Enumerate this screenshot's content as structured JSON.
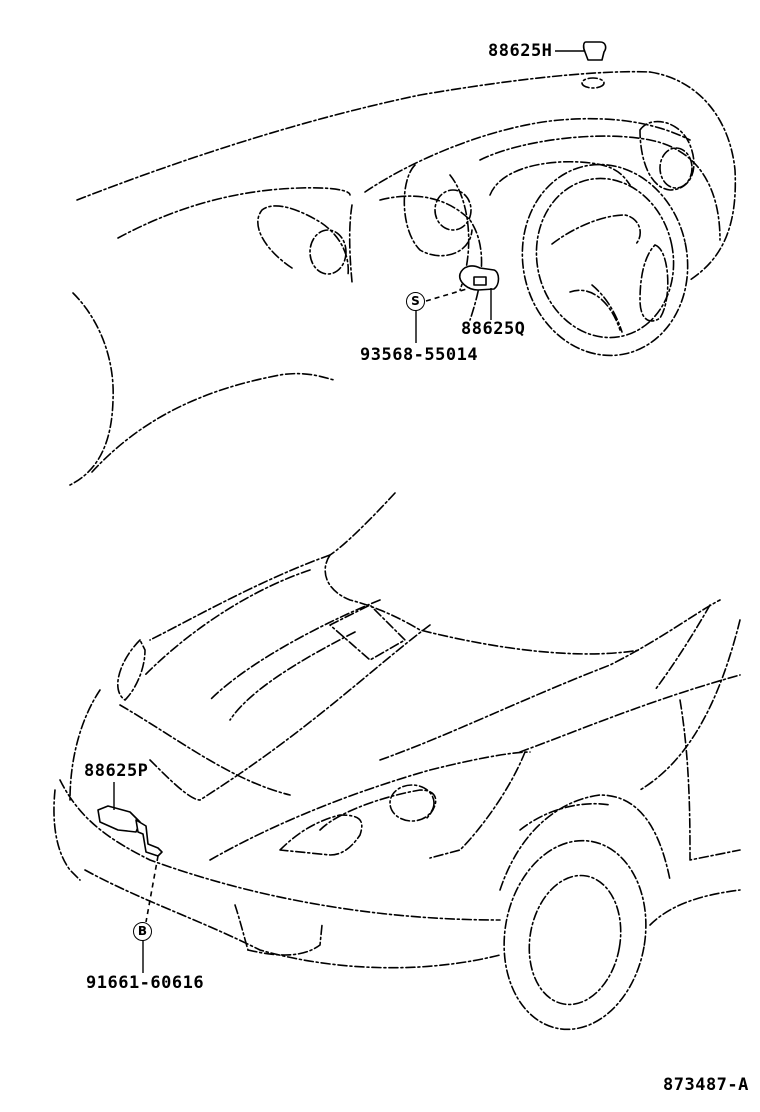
{
  "diagram": {
    "title": "",
    "drawing_number": "873487-A",
    "line_color": "#000000",
    "background": "#ffffff",
    "views": [
      {
        "name": "instrument-panel-view",
        "description": "Dashboard interior with steering wheel and instrument gauges"
      },
      {
        "name": "front-exterior-view",
        "description": "Vehicle front three-quarter exterior with hood, headlamp, bumper and wheel"
      }
    ],
    "parts": [
      {
        "id": "88625H",
        "label": "88625H",
        "kind": "part",
        "location": "top of dashboard (sensor)"
      },
      {
        "id": "88625Q",
        "label": "88625Q",
        "kind": "part",
        "location": "lower dash near steering column"
      },
      {
        "id": "93568-55014",
        "label": "93568-55014",
        "kind": "fastener",
        "callout": "S",
        "location": "screw for 88625Q"
      },
      {
        "id": "88625P",
        "label": "88625P",
        "kind": "part",
        "location": "front bumper area (ambient sensor)"
      },
      {
        "id": "91661-60616",
        "label": "91661-60616",
        "kind": "fastener",
        "callout": "B",
        "location": "bolt for 88625P"
      }
    ]
  },
  "labels": {
    "p88625H": "88625H",
    "p88625Q": "88625Q",
    "p93568": "93568-55014",
    "p88625P": "88625P",
    "p91661": "91661-60616",
    "callout_s": "S",
    "callout_b": "B",
    "drawing_number": "873487-A"
  }
}
